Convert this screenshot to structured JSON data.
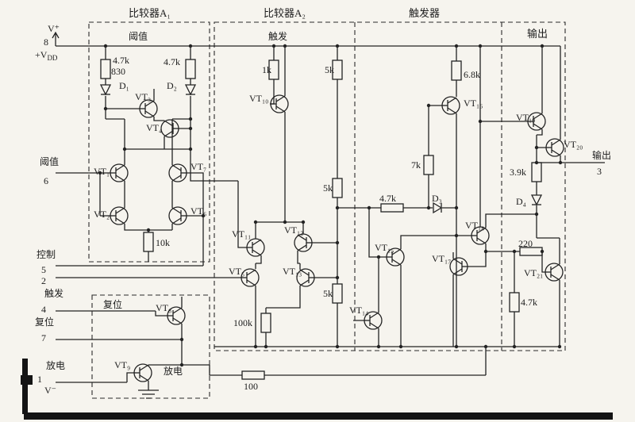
{
  "colors": {
    "ink": "#232323",
    "paper": "#f6f4ee",
    "scan_edge": "#141414"
  },
  "sections": {
    "a1": "比较器A₁",
    "a2": "比较器A₂",
    "ff": "触发器",
    "out": "输出"
  },
  "top": {
    "threshold": "阈值",
    "trigger": "触发"
  },
  "pins": {
    "vplus": "V⁺",
    "p8": "8",
    "vdd_base": "+V",
    "vdd_sub": "DD",
    "threshold": "阈值",
    "p6": "6",
    "control": "控制",
    "p5": "5",
    "p2": "2",
    "trigger": "触发",
    "p4": "4",
    "reset": "复位",
    "p7": "7",
    "discharge": "放电",
    "p1": "1",
    "vminus": "V⁻",
    "output": "输出",
    "p3": "3"
  },
  "inner": {
    "reset": "复位",
    "discharge": "放电"
  },
  "tr": {
    "vt1": "VT₁",
    "vt2": "VT₂",
    "vt3": "VT₃",
    "vt4": "VT₄",
    "vt5": "VT₅",
    "vt6": "VT₆",
    "vt7": "VT₇",
    "vt8": "VT₈",
    "vt9": "VT₉",
    "vt10": "VT₁₀",
    "vt11": "VT₁₁",
    "vt12": "VT₁₂",
    "vt13": "VT₁₃",
    "vt14": "VT₁₄",
    "vt15": "VT₁₅",
    "vt16": "VT₁₆",
    "vt17": "VT₁₇",
    "vt18": "VT₁₈",
    "vt19": "VT₁₉",
    "vt20": "VT₂₀",
    "vt21": "VT₂₁"
  },
  "dio": {
    "d1": "D₁",
    "d2": "D₂",
    "d3": "D₃",
    "d4": "D₄"
  },
  "res": {
    "a1_r1": "4.7k",
    "a1_r1b": "830",
    "a1_r2": "4.7k",
    "a1_r3": "10k",
    "a2_r1": "1k",
    "a2_r2": "5k",
    "a2_r3": "5k",
    "a2_r4": "5k",
    "a2_r5": "100k",
    "ff_r1": "6.8k",
    "ff_r2": "7k",
    "ff_r3": "4.7k",
    "out_r1": "3.9k",
    "out_r2": "220",
    "out_r3": "4.7k",
    "bot_r1": "100"
  }
}
